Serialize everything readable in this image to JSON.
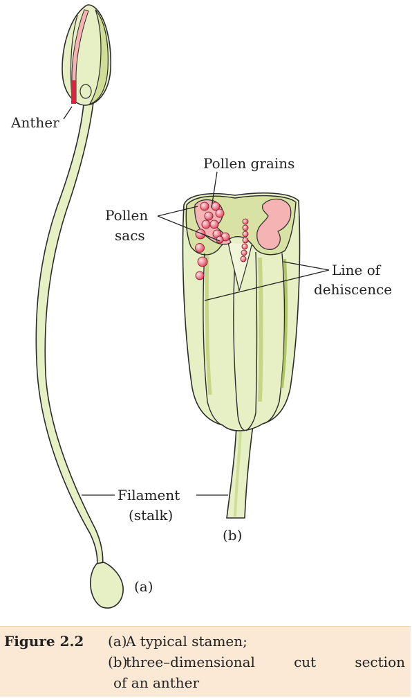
{
  "labels": {
    "anther": "Anther",
    "pollen_grains": "Pollen grains",
    "pollen_sacs_1": "Pollen",
    "pollen_sacs_2": "sacs",
    "line_of_dehiscence_1": "Line of",
    "line_of_dehiscence_2": "dehiscence",
    "filament_1": "Filament",
    "filament_2": "(stalk)",
    "part_a": "(a)",
    "part_b": "(b)"
  },
  "caption": {
    "title": "Figure 2.2",
    "a_tag": "(a)",
    "a_text": "A typical stamen;",
    "b_tag": "(b)",
    "b_text": "three–dimensional cut section",
    "b_text_cont": "of an anther"
  },
  "colors": {
    "plant_fill": "#e7efc4",
    "plant_shade": "#cfdd96",
    "plant_outline": "#2a2a2a",
    "sac_pink": "#f5b3b3",
    "sac_dark": "#d9263f",
    "caption_bg": "#fbe9d6"
  }
}
